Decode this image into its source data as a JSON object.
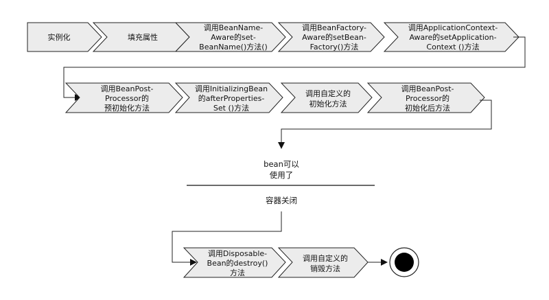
{
  "steps": {
    "instantiate": [
      "实例化"
    ],
    "populate": [
      "填充属性"
    ],
    "bean_name_aware": [
      "调用BeanName-",
      "Aware的set-",
      "BeanName()方法()"
    ],
    "bean_factory_aware": [
      "调用BeanFactory-",
      "Aware的setBean-",
      "Factory()方法"
    ],
    "app_context_aware": [
      "调用ApplicationContext-",
      "Aware的setApplication-",
      "Context ()方法"
    ],
    "pre_init": [
      "调用BeanPost-",
      "Processor的",
      "预初始化方法"
    ],
    "after_properties_set": [
      "调用InitializingBean",
      "的afterProperties-",
      "Set ()方法"
    ],
    "custom_init": [
      "调用自定义的",
      "初始化方法"
    ],
    "post_init": [
      "调用BeanPost-",
      "Processor的",
      "初始化后方法"
    ],
    "disposable_destroy": [
      "调用Disposable-",
      "Bean的destroy()",
      "方法"
    ],
    "custom_destroy": [
      "调用自定义的",
      "销毁方法"
    ]
  },
  "bean_ready": [
    "bean可以",
    "使用了"
  ],
  "container_closed": [
    "容器关闭"
  ]
}
